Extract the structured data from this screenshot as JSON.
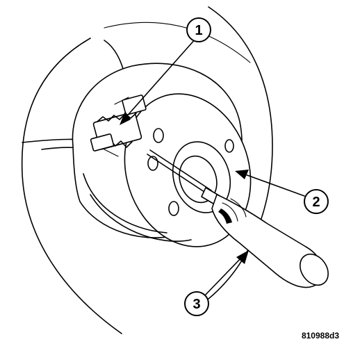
{
  "callouts": [
    {
      "label": "1"
    },
    {
      "label": "2"
    },
    {
      "label": "3"
    }
  ],
  "figure_id": "810988d3"
}
